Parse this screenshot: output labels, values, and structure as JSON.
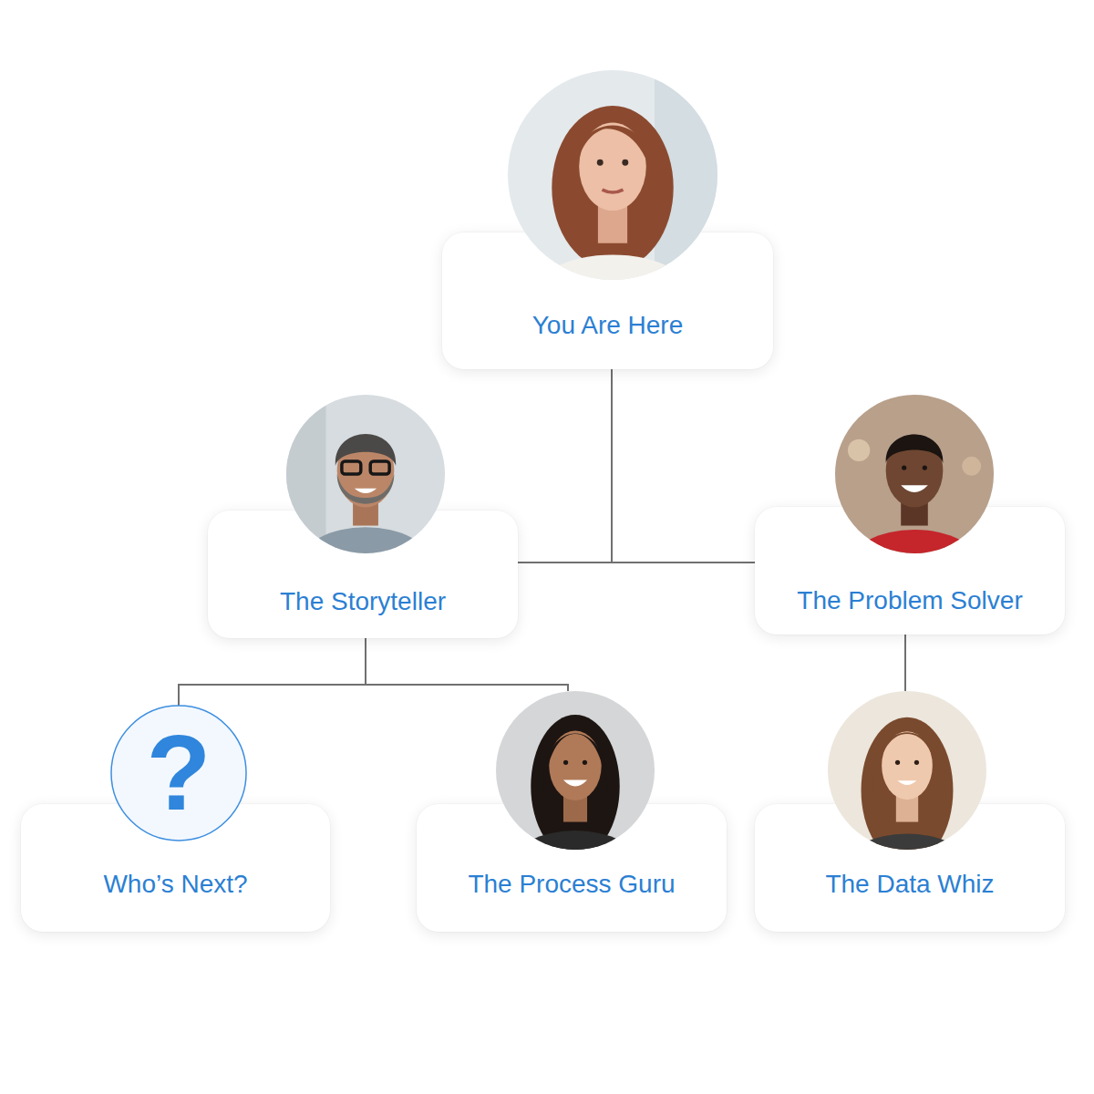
{
  "diagram": {
    "nodes": [
      {
        "text": [
          "You Are Here"
        ]
      },
      {
        "text": [
          "The Storyteller"
        ]
      },
      {
        "text": [
          "The Problem Solver"
        ]
      },
      {
        "text": [
          "Who’s Next?"
        ]
      },
      {
        "text": [
          "The Process Guru"
        ]
      },
      {
        "text": [
          "The Data Whiz"
        ]
      }
    ],
    "edges": [
      {
        "from": 0,
        "to": 1,
        "arrow": "none"
      },
      {
        "from": 0,
        "to": 2,
        "arrow": "none"
      },
      {
        "from": 1,
        "to": 3,
        "arrow": "none"
      },
      {
        "from": 1,
        "to": 4,
        "arrow": "none"
      },
      {
        "from": 2,
        "to": 5,
        "arrow": "none"
      }
    ],
    "labels": [
      "?"
    ]
  }
}
